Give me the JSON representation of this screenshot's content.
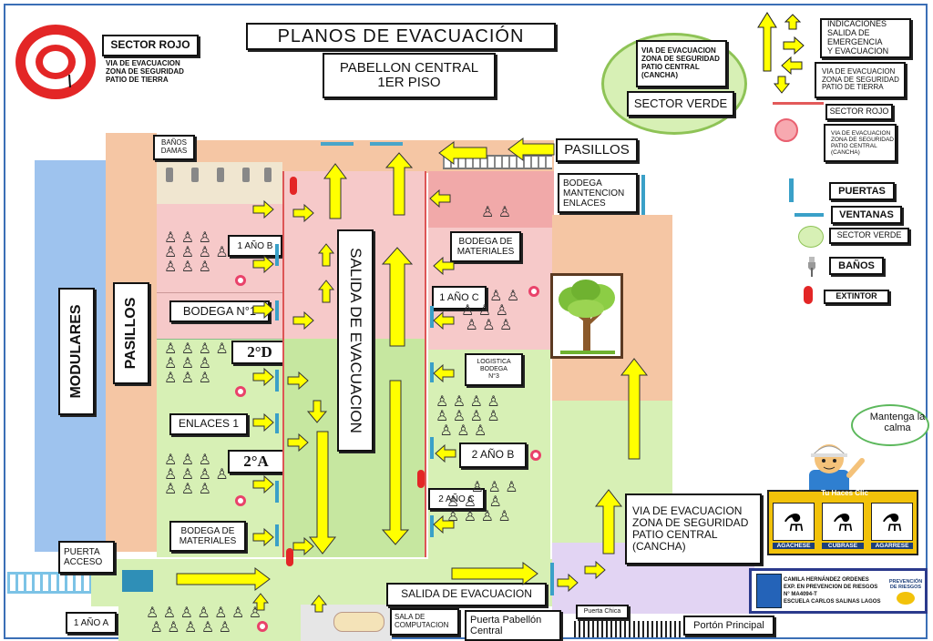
{
  "title": "PLANOS DE EVACUACIÓN",
  "subtitle": "PABELLON CENTRAL\n1ER PISO",
  "red_sector": {
    "label": "SECTOR ROJO",
    "route": "VIA DE EVACUACION\nZONA DE SEGURIDAD\nPATIO DE TIERRA"
  },
  "green_sector": {
    "route": "VIA DE EVACUACION\nZONA DE SEGURIDAD\nPATIO CENTRAL\n(CANCHA)",
    "label": "SECTOR VERDE"
  },
  "legend": {
    "indications": "INDICACIONES\nSALIDA DE\nEMERGENCIA\nY EVACUACION",
    "route_red": "VIA DE EVACUACION\nZONA DE SEGURIDAD\nPATIO DE TIERRA",
    "sector_red": "SECTOR ROJO",
    "route_green": "VIA DE EVACUACION\nZONA DE SEGURIDAD\nPATIO CENTRAL\n(CANCHA)",
    "doors": "PUERTAS",
    "windows": "VENTANAS",
    "sector_green": "SECTOR VERDE",
    "baths": "BAÑOS",
    "extinguisher": "EXTINTOR"
  },
  "rooms": {
    "modulares": "MODULARES",
    "pasillos_left": "PASILLOS",
    "banos_damas": "BAÑOS\nDAMAS",
    "salida_evacuacion_vertical": "SALIDA DE EVACUACION",
    "primero_b": "1 AÑO B",
    "bodega_n1": "BODEGA N°1",
    "segundo_d": "2°D",
    "enlaces_1": "ENLACES 1",
    "segundo_a": "2°A",
    "bodega_materiales_left": "BODEGA DE\nMATERIALES",
    "pasillos_top": "PASILLOS",
    "bodega_mantencion": "BODEGA\nMANTENCION\nENLACES",
    "bodega_materiales_right": "BODEGA DE\nMATERIALES",
    "primero_c": "1 AÑO C",
    "logistica": "LOGISTICA\nBODEGA\nN°3",
    "segundo_b": "2 AÑO B",
    "segundo_c": "2 AÑO C",
    "puerta_acceso": "PUERTA\nACCESO",
    "salida_evacuacion_bottom": "SALIDA DE EVACUACION",
    "primero_a": "1 AÑO A",
    "sala_computacion": "SALA DE\nCOMPUTACION",
    "puerta_pabellon": "Puerta Pabellón\nCentral",
    "puerta_chica": "Puerta Chica",
    "porton_principal": "Portón Principal",
    "via_cancha": "VIA DE EVACUACION\nZONA DE SEGURIDAD\nPATIO CENTRAL\n(CANCHA)"
  },
  "speech": "Mantenga la\ncalma",
  "safety_panel": {
    "header": "Tu Haces Clic",
    "steps": [
      "AGACHESE",
      "CUBRASE",
      "AGARRESE"
    ]
  },
  "credit": {
    "lines": [
      "CAMILA HERNÁNDEZ ORDENES",
      "EXP. EN PREVENCION DE RIESGOS",
      "N° MA4094-T",
      "ESCUELA CARLOS SALINAS LAGOS"
    ],
    "badge_right": "PREVENCIÓN DE RIESGOS"
  },
  "colors": {
    "red_zone": "#f6c9c9",
    "green_zone": "#d7f0b5",
    "arrow": "#ffff00",
    "door": "#3aa0c8",
    "orange_hall": "#f5c6a4",
    "modulares": "#9ec3ee"
  }
}
